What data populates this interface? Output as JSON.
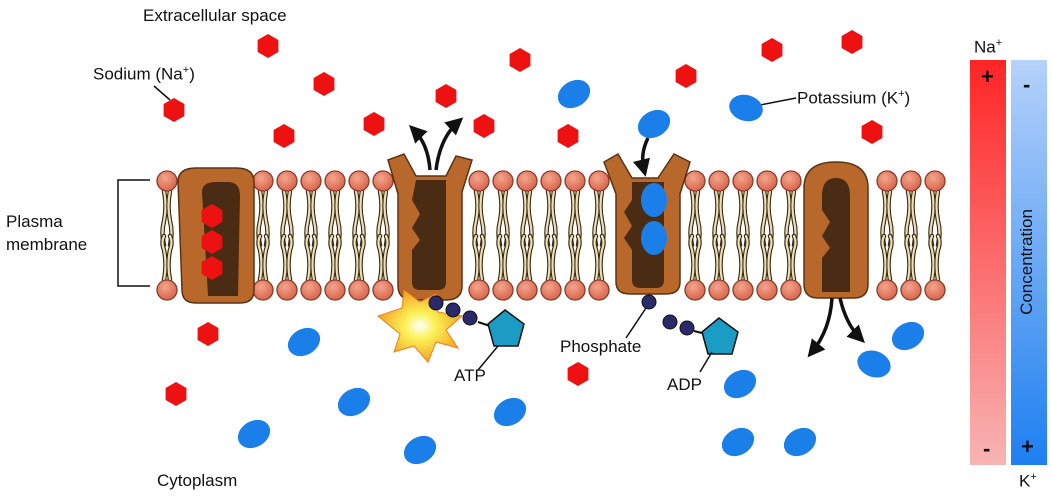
{
  "labels": {
    "extracellular": "Extracellular space",
    "sodium_pre": "Sodium (Na",
    "sodium_sup": "+",
    "sodium_post": ")",
    "potassium_pre": "Potassium (K",
    "potassium_sup": "+",
    "potassium_post": ")",
    "plasma_line1": "Plasma",
    "plasma_line2": "membrane",
    "cytoplasm": "Cytoplasm",
    "atp": "ATP",
    "phosphate": "Phosphate",
    "adp": "ADP"
  },
  "concentration": {
    "title": "Concentration",
    "na_label": "Na",
    "na_sup": "+",
    "k_label": "K",
    "k_sup": "+",
    "na_top": "+",
    "na_bottom": "-",
    "k_top": "-",
    "k_bottom": "+"
  },
  "colors": {
    "sodium": "#ee1111",
    "potassium": "#1a7fe8",
    "pump": "#b8682b",
    "pump_dark": "#4a2b14",
    "lipid_head": "#e2826a",
    "tail": "#e8dcb8",
    "phosphate": "#2a2a6a",
    "atp": "#1b9cc4",
    "flash": "#f7e94a"
  }
}
